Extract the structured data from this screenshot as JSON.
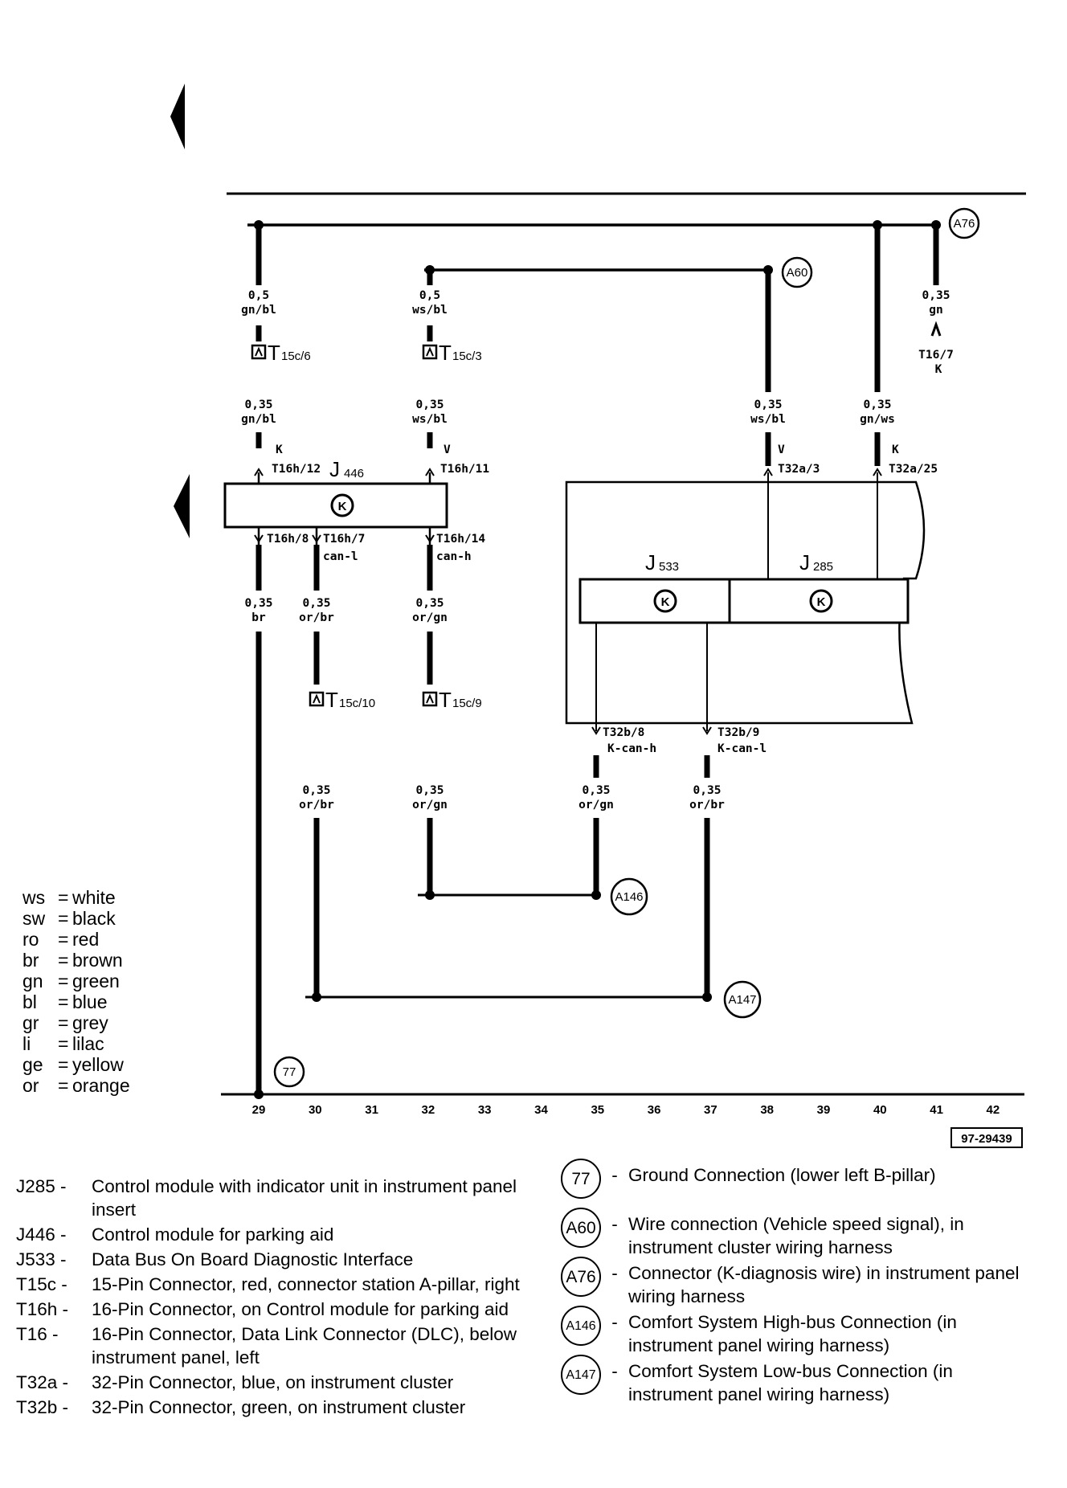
{
  "reference_number": "97-29439",
  "column_numbers": [
    "29",
    "30",
    "31",
    "32",
    "33",
    "34",
    "35",
    "36",
    "37",
    "38",
    "39",
    "40",
    "41",
    "42"
  ],
  "components": {
    "j446": {
      "letter": "J",
      "sub": "446",
      "symbol": "K"
    },
    "j533": {
      "letter": "J",
      "sub": "533",
      "symbol": "K"
    },
    "j285": {
      "letter": "J",
      "sub": "285",
      "symbol": "K"
    }
  },
  "connectors": {
    "t15c6": {
      "letter": "T",
      "sub": "15c/6"
    },
    "t15c3": {
      "letter": "T",
      "sub": "15c/3"
    },
    "t15c10": {
      "letter": "T",
      "sub": "15c/10"
    },
    "t15c9": {
      "letter": "T",
      "sub": "15c/9"
    }
  },
  "wires": {
    "w29_top": {
      "size": "0,5",
      "color": "gn/bl"
    },
    "w32_top": {
      "size": "0,5",
      "color": "ws/bl"
    },
    "w41": {
      "size": "0,35",
      "color": "gn"
    },
    "w29_mid": {
      "size": "0,35",
      "color": "gn/bl"
    },
    "w32_mid": {
      "size": "0,35",
      "color": "ws/bl"
    },
    "w38": {
      "size": "0,35",
      "color": "ws/bl"
    },
    "w40": {
      "size": "0,35",
      "color": "gn/ws"
    },
    "w29_low": {
      "size": "0,35",
      "color": "br"
    },
    "w30_low": {
      "size": "0,35",
      "color": "or/br"
    },
    "w32_low": {
      "size": "0,35",
      "color": "or/gn"
    },
    "w30_bot": {
      "size": "0,35",
      "color": "or/br"
    },
    "w32_bot": {
      "size": "0,35",
      "color": "or/gn"
    },
    "w35_bot": {
      "size": "0,35",
      "color": "or/gn"
    },
    "w37_bot": {
      "size": "0,35",
      "color": "or/br"
    }
  },
  "pins": {
    "t16h12": {
      "sig": "K",
      "pin": "T16h/12"
    },
    "t16h11": {
      "sig": "V",
      "pin": "T16h/11"
    },
    "t32a3": {
      "sig": "V",
      "pin": "T32a/3"
    },
    "t32a25": {
      "sig": "K",
      "pin": "T32a/25"
    },
    "t16_7": {
      "pin": "T16/7",
      "sig": "K"
    },
    "t16h8": {
      "pin": "T16h/8",
      "sig": ""
    },
    "t16h7": {
      "pin": "T16h/7",
      "sig": "can-l"
    },
    "t16h14": {
      "pin": "T16h/14",
      "sig": "can-h"
    },
    "t32b8": {
      "pin": "T32b/8",
      "sig": "K-can-h"
    },
    "t32b9": {
      "pin": "T32b/9",
      "sig": "K-can-l"
    }
  },
  "markers": {
    "a76": "A76",
    "a60": "A60",
    "a146": "A146",
    "a147": "A147",
    "g77": "77"
  },
  "color_legend": [
    {
      "code": "ws",
      "name": "white"
    },
    {
      "code": "sw",
      "name": "black"
    },
    {
      "code": "ro",
      "name": "red"
    },
    {
      "code": "br",
      "name": "brown"
    },
    {
      "code": "gn",
      "name": "green"
    },
    {
      "code": "bl",
      "name": "blue"
    },
    {
      "code": "gr",
      "name": "grey"
    },
    {
      "code": "li",
      "name": "lilac"
    },
    {
      "code": "ge",
      "name": "yellow"
    },
    {
      "code": "or",
      "name": "orange"
    }
  ],
  "component_key": [
    {
      "code": "J285 -",
      "desc": "Control module with indicator unit in instrument panel insert"
    },
    {
      "code": "J446 -",
      "desc": "Control module for parking aid"
    },
    {
      "code": "J533 -",
      "desc": "Data Bus On Board Diagnostic Interface"
    },
    {
      "code": "T15c -",
      "desc": "15-Pin Connector, red, connector station A-pillar, right"
    },
    {
      "code": "T16h -",
      "desc": "16-Pin Connector, on Control module for parking aid"
    },
    {
      "code": "T16   -",
      "desc": "16-Pin Connector, Data Link Connector (DLC), below instrument panel, left"
    },
    {
      "code": "T32a -",
      "desc": "32-Pin Connector, blue, on instrument cluster"
    },
    {
      "code": "T32b -",
      "desc": "32-Pin Connector, green, on instrument cluster"
    }
  ],
  "connection_key": [
    {
      "marker": "77",
      "desc": "Ground Connection (lower left B-pillar)"
    },
    {
      "marker": "A60",
      "desc": "Wire connection (Vehicle speed signal), in instrument cluster wiring harness"
    },
    {
      "marker": "A76",
      "desc": "Connector (K-diagnosis wire) in instrument panel wiring harness"
    },
    {
      "marker": "A146",
      "desc": "Comfort System High-bus Connection (in instrument panel wiring harness)"
    },
    {
      "marker": "A147",
      "desc": "Comfort System Low-bus Connection (in instrument panel wiring harness)"
    }
  ]
}
